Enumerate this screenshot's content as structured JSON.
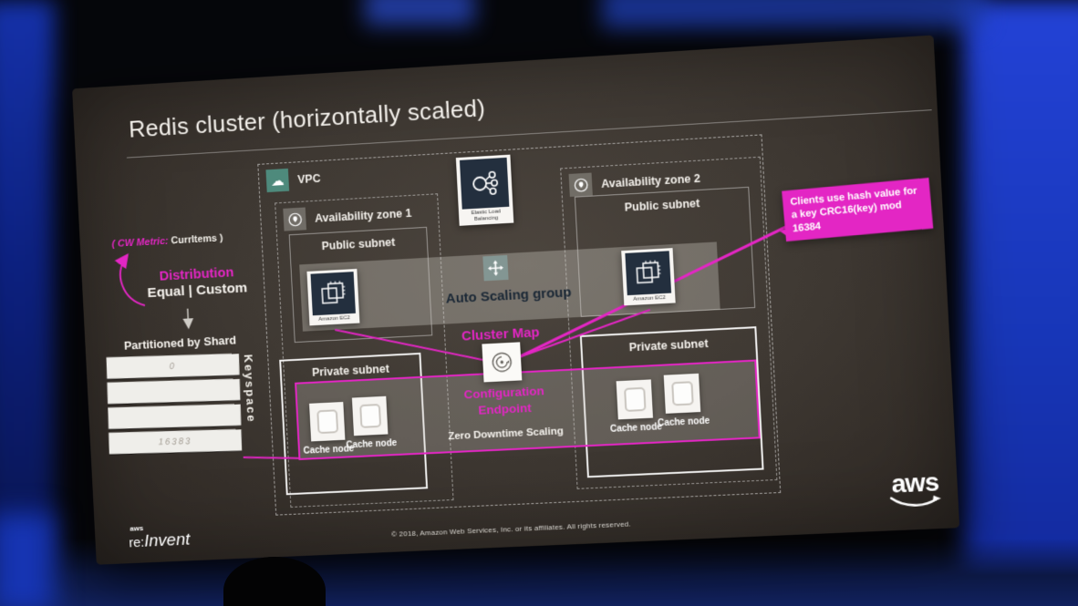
{
  "slide": {
    "title": "Redis cluster (horizontally scaled)",
    "vpc_label": "VPC",
    "availability_zones": [
      {
        "label": "Availability zone 1",
        "public_subnet": "Public subnet",
        "private_subnet": "Private subnet"
      },
      {
        "label": "Availability zone 2",
        "public_subnet": "Public subnet",
        "private_subnet": "Private subnet"
      }
    ],
    "elb_label": "Elastic Load Balancing",
    "asg_label": "Auto Scaling group",
    "ec2_label": "Amazon EC2",
    "cluster_map_label": "Cluster Map",
    "configuration_endpoint_label": "Configuration Endpoint",
    "zero_downtime_label": "Zero Downtime Scaling",
    "cache_node_label": "Cache node",
    "callout": "Clients use hash value for a key CRC16(key) mod 16384",
    "annotations": {
      "cw_metric_prefix": "( CW Metric:",
      "cw_metric_value": "CurrItems )",
      "distribution_title": "Distribution",
      "distribution_options": "Equal | Custom",
      "partitioned_by": "Partitioned by Shard",
      "keyspace_label": "Keyspace",
      "keyspace_rows": [
        "0",
        "",
        "",
        "16383"
      ]
    },
    "footer": {
      "copyright": "© 2018, Amazon Web Services, Inc. or its affiliates. All rights reserved.",
      "reinvent_aws": "aws",
      "reinvent_re": "re:",
      "reinvent_invent": "Invent",
      "aws_logo_text": "aws"
    },
    "colors": {
      "magenta": "#e326c4",
      "navy_icon": "#232f3e",
      "vpc_teal": "#4e8a7c"
    }
  }
}
